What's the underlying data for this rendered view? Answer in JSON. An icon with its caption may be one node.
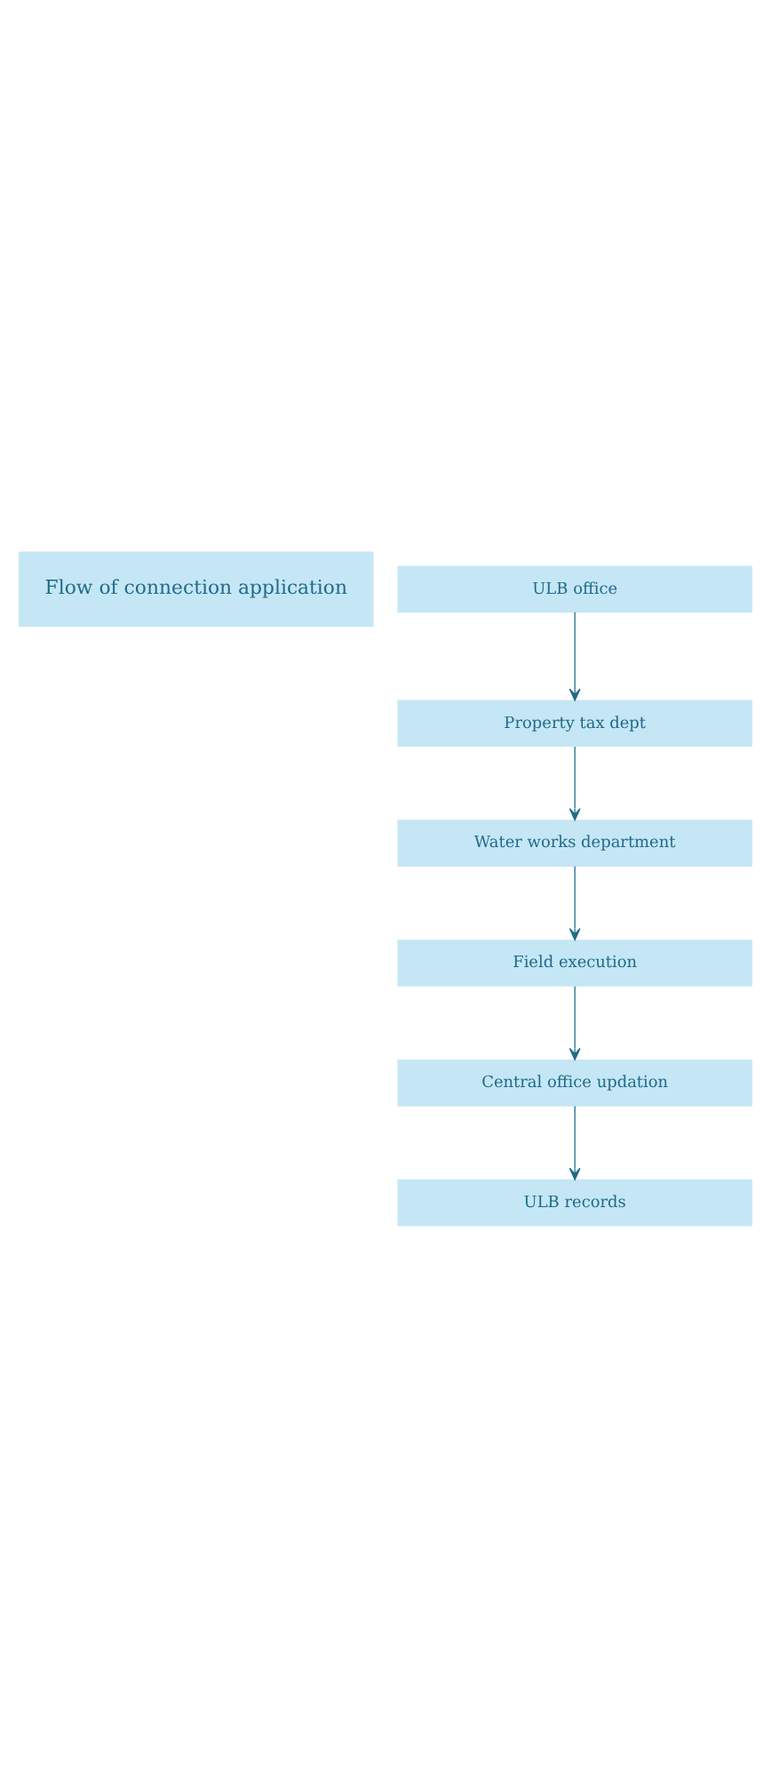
{
  "diagram": {
    "nodes": [
      {
        "text": [
          "Flow of connection application"
        ]
      },
      {
        "text": [
          "ULB office"
        ]
      },
      {
        "text": [
          "Property tax dept"
        ]
      },
      {
        "text": [
          "Water works department"
        ]
      },
      {
        "text": [
          "Field execution"
        ]
      },
      {
        "text": [
          "Central office updation"
        ]
      },
      {
        "text": [
          "ULB records"
        ]
      }
    ],
    "edges": [
      {
        "from": 1,
        "to": 2,
        "arrow": "to"
      },
      {
        "from": 2,
        "to": 3,
        "arrow": "to"
      },
      {
        "from": 3,
        "to": 4,
        "arrow": "to"
      },
      {
        "from": 4,
        "to": 5,
        "arrow": "to"
      },
      {
        "from": 5,
        "to": 6,
        "arrow": "to"
      }
    ]
  }
}
